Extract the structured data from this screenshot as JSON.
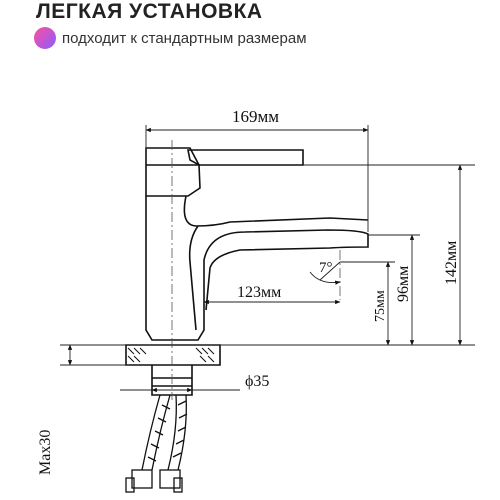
{
  "header": {
    "title": "ЛЕГКАЯ УСТАНОВКА",
    "subtitle": "подходит к стандартным размерам",
    "accent_gradient": [
      "#ff4fa0",
      "#8a5cff"
    ]
  },
  "dimensions": {
    "width_total": "169мм",
    "spout_reach": "123мм",
    "height_total": "142мм",
    "height_handle": "96мм",
    "height_spout": "75мм",
    "angle": "7°",
    "diameter": "ϕ35",
    "max_thickness": "Max30"
  },
  "colors": {
    "line": "#111111",
    "dim_line": "#222222"
  }
}
